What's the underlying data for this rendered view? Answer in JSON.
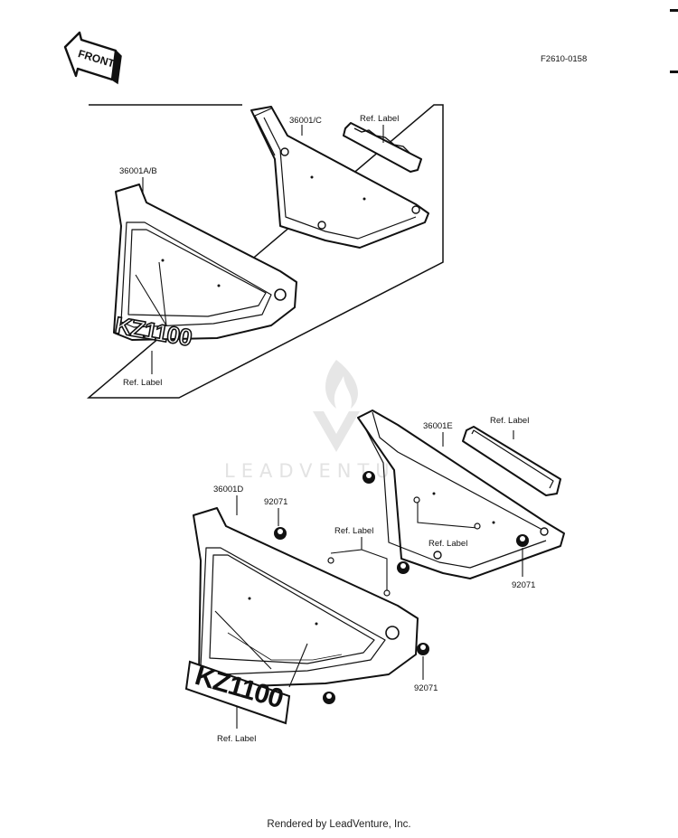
{
  "front_badge": {
    "text": "FRONT"
  },
  "figure_code": "F2610-0158",
  "watermark": {
    "text": "LEADVENTURE",
    "icon": "flame-v-logo-icon"
  },
  "labels": {
    "p36001c": "36001/C",
    "ref_top_right": "Ref. Label",
    "p36001ab": "36001A/B",
    "ref_top_left": "Ref. Label",
    "p36001e": "36001E",
    "ref_bottom_right": "Ref. Label",
    "p36001d": "36001D",
    "p92071_a": "92071",
    "ref_middle": "Ref. Label",
    "ref_inner": "Ref. Label",
    "p92071_b": "92071",
    "p92071_c": "92071",
    "ref_bottom_left": "Ref. Label"
  },
  "emblems": {
    "upper": "KZ1100",
    "lower": "KZ1100"
  },
  "footer": "Rendered by LeadVenture, Inc."
}
